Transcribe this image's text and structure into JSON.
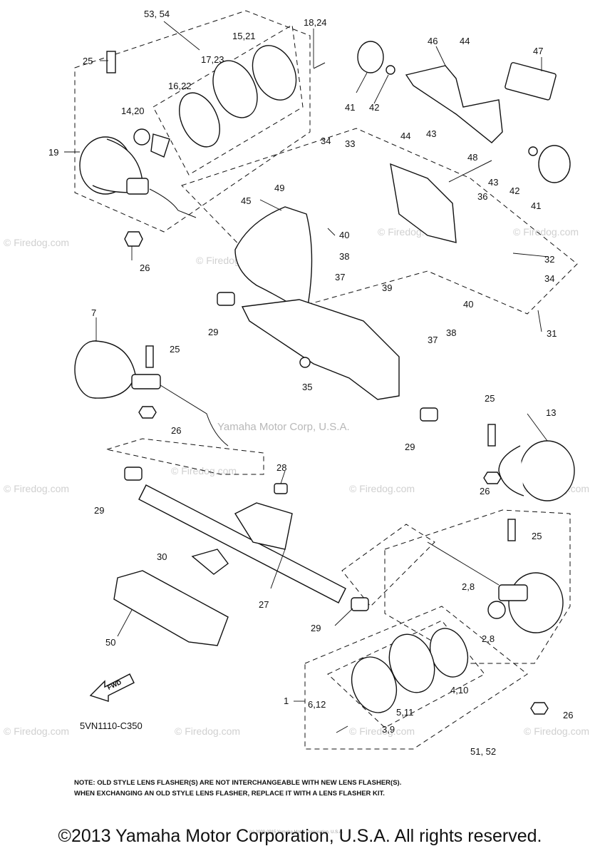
{
  "labels": [
    {
      "id": "l1",
      "text": "53, 54"
    },
    {
      "id": "l2",
      "text": "18,24"
    },
    {
      "id": "l3",
      "text": "15,21"
    },
    {
      "id": "l4",
      "text": "25"
    },
    {
      "id": "l5",
      "text": "17,23"
    },
    {
      "id": "l6",
      "text": "16,22"
    },
    {
      "id": "l7",
      "text": "14,20"
    },
    {
      "id": "l8",
      "text": "19"
    },
    {
      "id": "l9",
      "text": "26"
    },
    {
      "id": "l10",
      "text": "41"
    },
    {
      "id": "l11",
      "text": "42"
    },
    {
      "id": "l12",
      "text": "46"
    },
    {
      "id": "l13",
      "text": "44"
    },
    {
      "id": "l14",
      "text": "47"
    },
    {
      "id": "l15",
      "text": "43"
    },
    {
      "id": "l16",
      "text": "44"
    },
    {
      "id": "l17",
      "text": "48"
    },
    {
      "id": "l18",
      "text": "43"
    },
    {
      "id": "l19",
      "text": "42"
    },
    {
      "id": "l20",
      "text": "36"
    },
    {
      "id": "l21",
      "text": "41"
    },
    {
      "id": "l22",
      "text": "34"
    },
    {
      "id": "l23",
      "text": "33"
    },
    {
      "id": "l24",
      "text": "49"
    },
    {
      "id": "l25",
      "text": "45"
    },
    {
      "id": "l26",
      "text": "40"
    },
    {
      "id": "l27",
      "text": "38"
    },
    {
      "id": "l28",
      "text": "37"
    },
    {
      "id": "l29",
      "text": "39"
    },
    {
      "id": "l30",
      "text": "32"
    },
    {
      "id": "l31",
      "text": "34"
    },
    {
      "id": "l32",
      "text": "40"
    },
    {
      "id": "l33",
      "text": "38"
    },
    {
      "id": "l34",
      "text": "37"
    },
    {
      "id": "l35",
      "text": "31"
    },
    {
      "id": "l36",
      "text": "29"
    },
    {
      "id": "l37",
      "text": "7"
    },
    {
      "id": "l38",
      "text": "25"
    },
    {
      "id": "l39",
      "text": "35"
    },
    {
      "id": "l40",
      "text": "26"
    },
    {
      "id": "l41",
      "text": "25"
    },
    {
      "id": "l42",
      "text": "13"
    },
    {
      "id": "l43",
      "text": "29"
    },
    {
      "id": "l44",
      "text": "26"
    },
    {
      "id": "l45",
      "text": "28"
    },
    {
      "id": "l46",
      "text": "29"
    },
    {
      "id": "l47",
      "text": "30"
    },
    {
      "id": "l48",
      "text": "25"
    },
    {
      "id": "l49",
      "text": "27"
    },
    {
      "id": "l50",
      "text": "2,8"
    },
    {
      "id": "l51",
      "text": "2,8"
    },
    {
      "id": "l52",
      "text": "29"
    },
    {
      "id": "l53",
      "text": "50"
    },
    {
      "id": "l54",
      "text": "1"
    },
    {
      "id": "l55",
      "text": "6,12"
    },
    {
      "id": "l56",
      "text": "4,10"
    },
    {
      "id": "l57",
      "text": "5,11"
    },
    {
      "id": "l58",
      "text": "3,9"
    },
    {
      "id": "l59",
      "text": "26"
    },
    {
      "id": "l60",
      "text": "51, 52"
    }
  ],
  "watermark": "© Firedog.com",
  "center_watermark": "Yamaha Motor Corp, U.S.A.",
  "fwd_label": "FWD",
  "diagram_code": "5VN1110-C350",
  "note_line1": "NOTE: OLD STYLE LENS FLASHER(S) ARE NOT INTERCHANGEABLE WITH NEW LENS FLASHER(S).",
  "note_line2": "WHEN EXCHANGING AN OLD STYLE LENS FLASHER, REPLACE IT WITH A LENS FLASHER KIT.",
  "tiny_credit": "(c) 2000-2015 Yamaha Motor Corporation, U.S.A.",
  "copyright": "©2013 Yamaha Motor Corporation, U.S.A. All rights reserved."
}
